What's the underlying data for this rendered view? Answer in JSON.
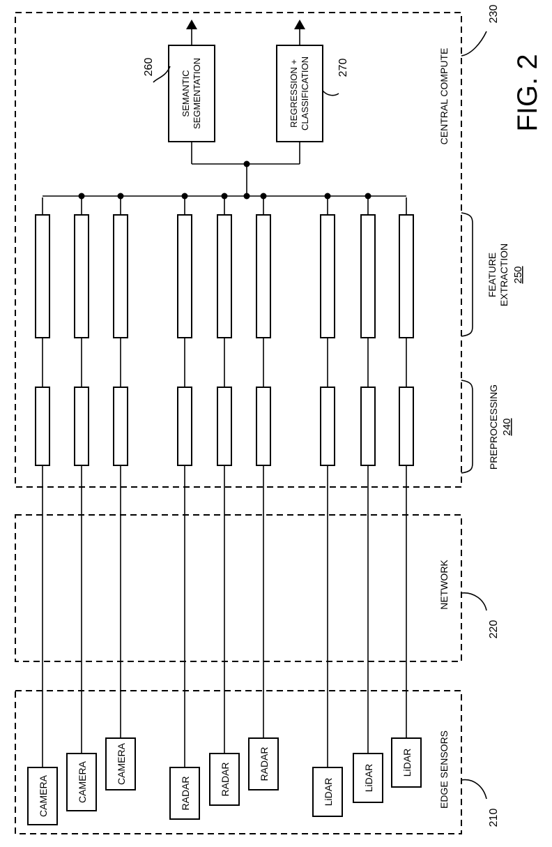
{
  "figure": {
    "label": "FIG. 2"
  },
  "groups": {
    "edge_sensors": {
      "label": "EDGE SENSORS",
      "ref": "210"
    },
    "network": {
      "label": "NETWORK",
      "ref": "220"
    },
    "central_compute": {
      "label": "CENTRAL COMPUTE",
      "ref": "230"
    }
  },
  "stages": {
    "preprocessing": {
      "label": "PREPROCESSING",
      "ref": "240"
    },
    "feature_extraction": {
      "label_line1": "FEATURE",
      "label_line2": "EXTRACTION",
      "ref": "250"
    }
  },
  "outputs": {
    "semantic": {
      "line1": "SEMANTIC",
      "line2": "SEGMENTATION",
      "ref": "260"
    },
    "regression": {
      "line1": "REGRESSION +",
      "line2": "CLASSIFICATION",
      "ref": "270"
    }
  },
  "sensors": [
    "CAMERA",
    "CAMERA",
    "CAMERA",
    "RADAR",
    "RADAR",
    "RADAR",
    "LiDAR",
    "LiDAR",
    "LiDAR"
  ]
}
